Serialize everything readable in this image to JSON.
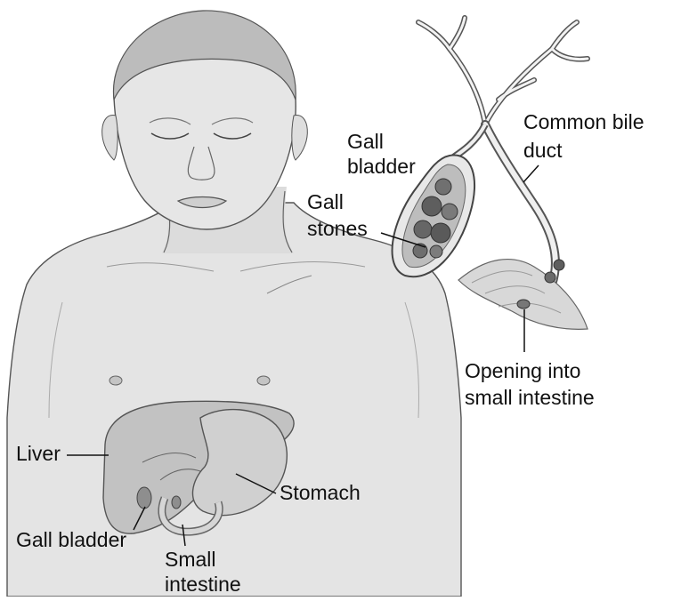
{
  "figure": {
    "labels": {
      "gall_bladder_top_line1": "Gall",
      "gall_bladder_top_line2": "bladder",
      "gall_stones_line1": "Gall",
      "gall_stones_line2": "stones",
      "common_bile_duct_line1": "Common bile",
      "common_bile_duct_line2": "duct",
      "opening_line1": "Opening into",
      "opening_line2": "small intestine",
      "liver": "Liver",
      "stomach": "Stomach",
      "gall_bladder_bottom": "Gall bladder",
      "small_intestine_line1": "Small",
      "small_intestine_line2": "intestine"
    },
    "colors": {
      "skin": "#e2e2e2",
      "skin_shade": "#cfcfcf",
      "hair": "#b9b9b9",
      "outline": "#555555",
      "organ": "#bdbdbd",
      "organ_dark": "#9a9a9a",
      "stone": "#5a5a5a",
      "leader": "#111111"
    }
  }
}
